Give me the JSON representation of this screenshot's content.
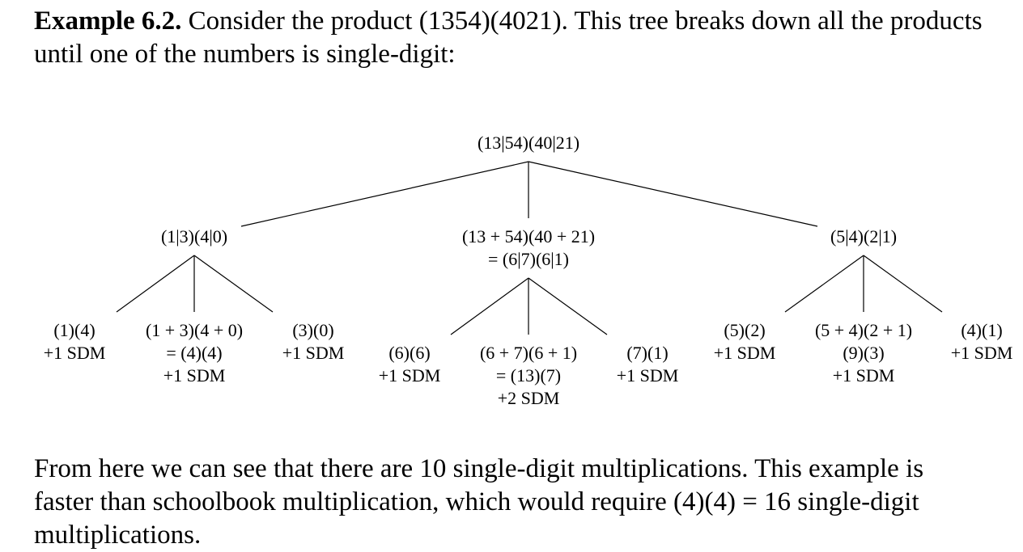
{
  "intro": {
    "label": "Example 6.2.",
    "text": " Consider the product (1354)(4021). This tree breaks down all the products until one of the numbers is single-digit:"
  },
  "tree": {
    "root": {
      "lines": [
        "(13|54)(40|21)"
      ]
    },
    "level1": [
      {
        "lines": [
          "(1|3)(4|0)"
        ]
      },
      {
        "lines": [
          "(13 + 54)(40 + 21)",
          "= (6|7)(6|1)"
        ]
      },
      {
        "lines": [
          "(5|4)(2|1)"
        ]
      }
    ],
    "level2": [
      [
        {
          "lines": [
            "(1)(4)",
            "+1 SDM"
          ]
        },
        {
          "lines": [
            "(1 + 3)(4 + 0)",
            "= (4)(4)",
            "+1 SDM"
          ]
        },
        {
          "lines": [
            "(3)(0)",
            "+1 SDM"
          ]
        }
      ],
      [
        {
          "lines": [
            "(6)(6)",
            "+1 SDM"
          ]
        },
        {
          "lines": [
            "(6 + 7)(6 + 1)",
            "= (13)(7)",
            "+2 SDM"
          ]
        },
        {
          "lines": [
            "(7)(1)",
            "+1 SDM"
          ]
        }
      ],
      [
        {
          "lines": [
            "(5)(2)",
            "+1 SDM"
          ]
        },
        {
          "lines": [
            "(5 + 4)(2 + 1)",
            "(9)(3)",
            "+1 SDM"
          ]
        },
        {
          "lines": [
            "(4)(1)",
            "+1 SDM"
          ]
        }
      ]
    ]
  },
  "outro": {
    "text": "From here we can see that there are 10 single-digit multiplications. This example is faster than schoolbook multiplication, which would require (4)(4) = 16 single-digit multiplications."
  }
}
